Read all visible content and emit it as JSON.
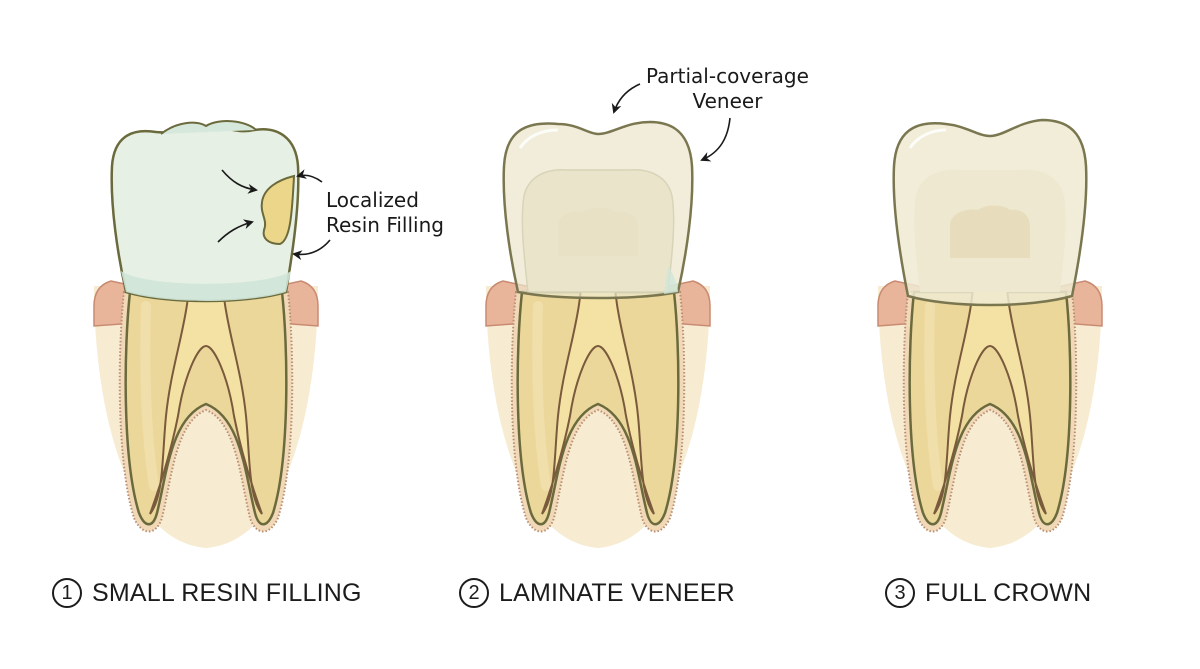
{
  "panels": [
    {
      "number": "1",
      "title": "SMALL RESIN FILLING"
    },
    {
      "number": "2",
      "title": "LAMINATE VENEER"
    },
    {
      "number": "3",
      "title": "FULL CROWN"
    }
  ],
  "annotations": {
    "resin": {
      "line1": "Localized",
      "line2": "Resin Filling"
    },
    "veneer": {
      "line1": "Partial-coverage",
      "line2": "Veneer"
    }
  },
  "colors": {
    "outline": "#6b6a3c",
    "enamel": "#e6f0e4",
    "enamel_mint": "#cfe6d8",
    "root": "#ecd79a",
    "gum": "#e8b49a",
    "bone": "#f7ecd2",
    "pdl_stroke": "#b98f72",
    "resin": "#ecd68a",
    "veneer": "#ece6cc",
    "crown": "#efead2"
  }
}
